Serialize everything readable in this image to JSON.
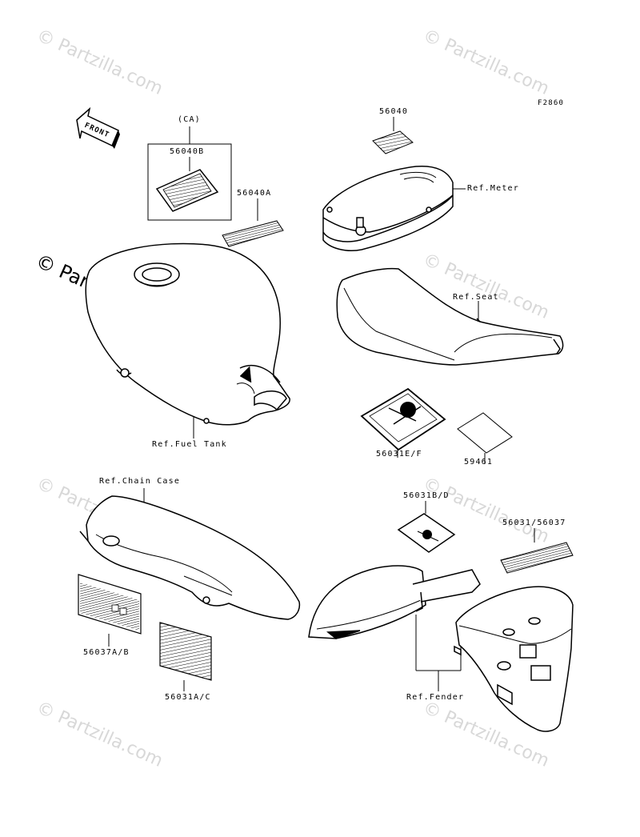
{
  "diagram": {
    "figure_code": "F2860",
    "front_arrow_label": "FRONT",
    "watermark": "© Partzilla.com",
    "labels": {
      "ca": "(CA)",
      "p56040b": "56040B",
      "p56040a": "56040A",
      "p56040": "56040",
      "ref_meter": "Ref.Meter",
      "ref_seat": "Ref.Seat",
      "ref_fuel_tank": "Ref.Fuel Tank",
      "p56031ef": "56031E/F",
      "p59461": "59461",
      "ref_chain_case": "Ref.Chain Case",
      "p56031bd": "56031B/D",
      "p56031_56037": "56031/56037",
      "p56037ab": "56037A/B",
      "p56031ac": "56031A/C",
      "ref_fender": "Ref.Fender"
    }
  }
}
